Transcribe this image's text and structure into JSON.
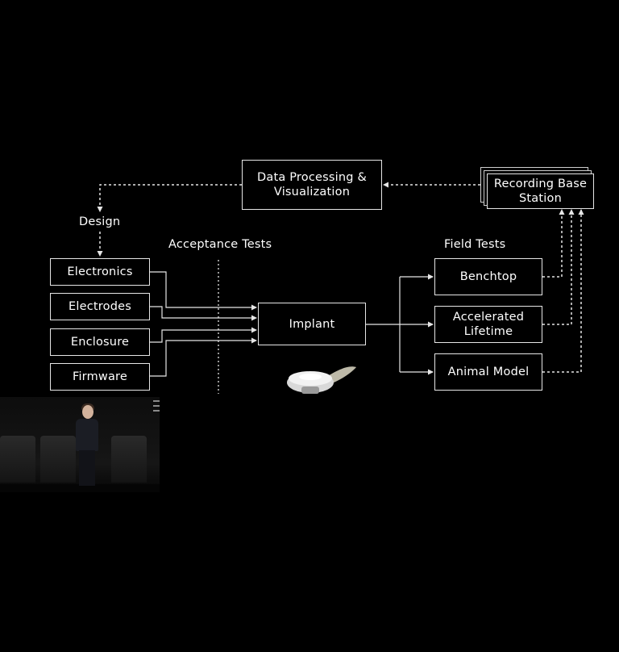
{
  "title_labels": {
    "design": "Design",
    "acceptance_tests": "Acceptance Tests",
    "field_tests": "Field Tests"
  },
  "boxes": {
    "data_processing": "Data Processing &\nVisualization",
    "recording_base_station": "Recording Base\nStation",
    "electronics": "Electronics",
    "electrodes": "Electrodes",
    "enclosure": "Enclosure",
    "firmware": "Firmware",
    "implant": "Implant",
    "benchtop": "Benchtop",
    "accelerated_lifetime": "Accelerated\nLifetime",
    "animal_model": "Animal Model"
  },
  "colors": {
    "background": "#000000",
    "line": "#e6e6e6",
    "text": "#ffffff"
  }
}
